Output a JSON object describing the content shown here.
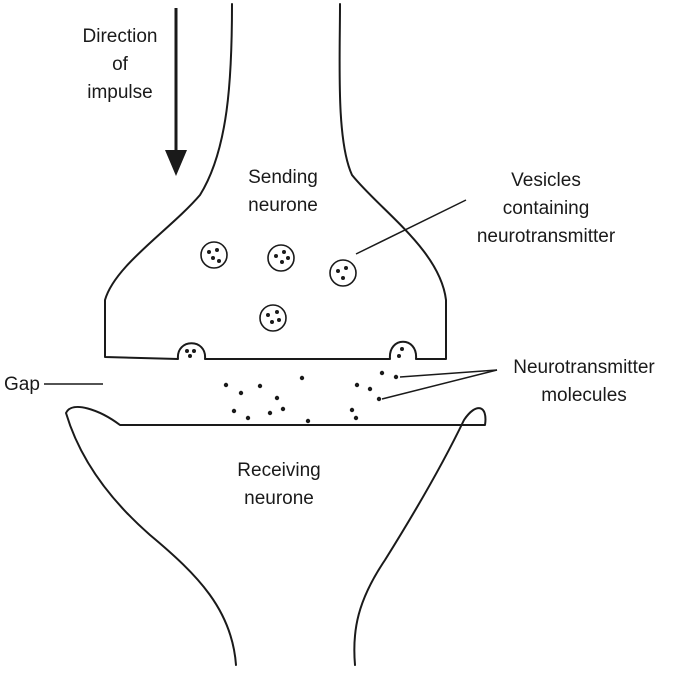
{
  "labels": {
    "direction_line1": "Direction",
    "direction_line2": "of",
    "direction_line3": "impulse",
    "sending_line1": "Sending",
    "sending_line2": "neurone",
    "vesicles_line1": "Vesicles",
    "vesicles_line2": "containing",
    "vesicles_line3": "neurotransmitter",
    "neurotransmitter_line1": "Neurotransmitter",
    "neurotransmitter_line2": "molecules",
    "gap": "Gap",
    "receiving_line1": "Receiving",
    "receiving_line2": "neurone"
  },
  "colors": {
    "ink": "#1a1a1a",
    "background": "#ffffff"
  }
}
